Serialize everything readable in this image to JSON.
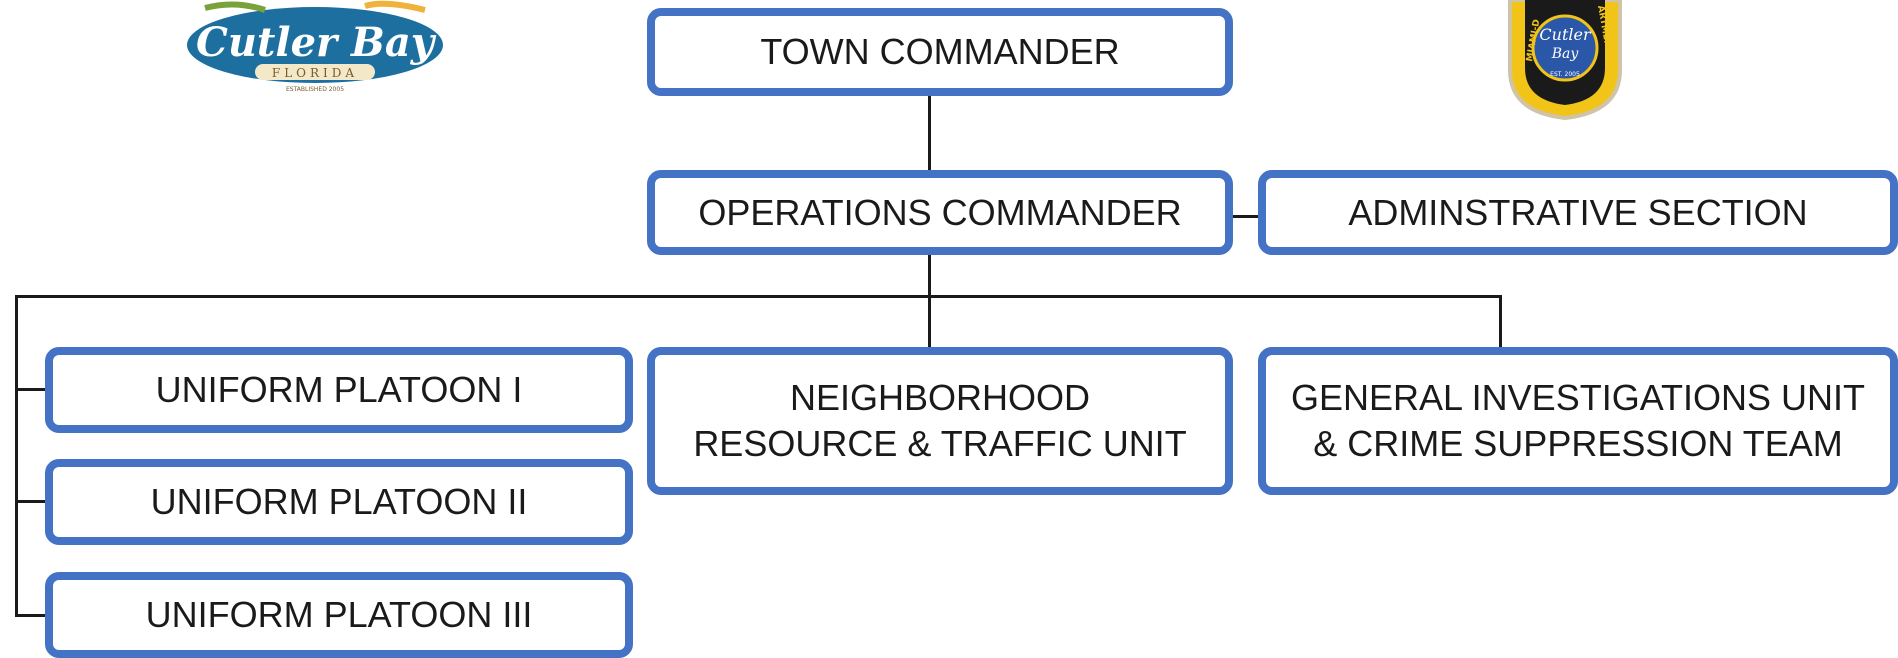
{
  "colors": {
    "box_border": "#4472c4",
    "line": "#1a1a1a",
    "text": "#1a1a1a"
  },
  "logos": {
    "left": {
      "text": "Cutler Bay",
      "sub": "FLORIDA",
      "est": "ESTABLISHED 2005"
    },
    "right": {
      "text_line1": "Cutler",
      "text_line2": "Bay",
      "ring_left": "MIAMI-D",
      "ring_right": "ARTMENT",
      "est": "EST. 2005"
    }
  },
  "org": {
    "town_commander": "TOWN COMMANDER",
    "operations_commander": "OPERATIONS COMMANDER",
    "administrative_section": "ADMINSTRATIVE SECTION",
    "platoon_1": "UNIFORM PLATOON I",
    "platoon_2": "UNIFORM PLATOON II",
    "platoon_3": "UNIFORM PLATOON III",
    "neighborhood_line1": "NEIGHBORHOOD",
    "neighborhood_line2": "RESOURCE & TRAFFIC UNIT",
    "general_line1": "GENERAL INVESTIGATIONS UNIT",
    "general_line2": "& CRIME SUPPRESSION TEAM"
  }
}
